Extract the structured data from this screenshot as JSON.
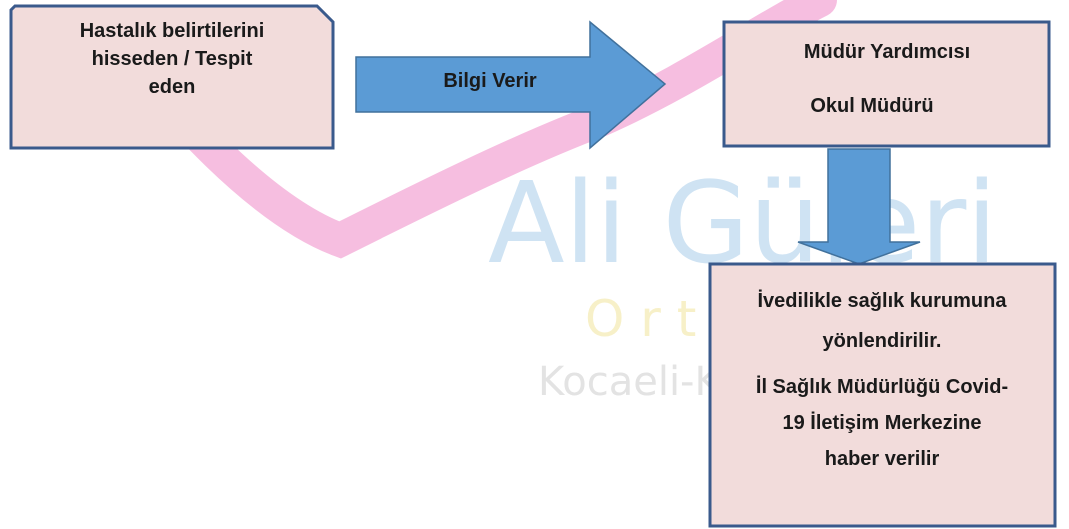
{
  "watermark": {
    "line1": "Ali Güleri",
    "line2": "O r t a",
    "line3": "Kocaeli-K"
  },
  "nodes": {
    "source": {
      "line1": "Hastalık belirtilerini",
      "line2": "hisseden / Tespit",
      "line3": "eden"
    },
    "arrow_label": "Bilgi Verir",
    "authority": {
      "line1": "Müdür Yardımcısı",
      "line2": "Okul Müdürü"
    },
    "action": {
      "line1": "İvedilikle sağlık kurumuna",
      "line2": "yönlendirilir.",
      "line3": "İl Sağlık Müdürlüğü Covid-",
      "line4": "19 İletişim Merkezine",
      "line5": "haber verilir"
    }
  },
  "colors": {
    "box_fill": "#f2dcdb",
    "box_border": "#3a5a8c",
    "arrow_fill": "#5b9bd5",
    "arrow_stroke": "#41719c",
    "wm_pink": "#f3a8d6",
    "wm_blue": "#cfe3f3",
    "wm_yellow": "#f7f0c8",
    "wm_gray": "#e3e3e3"
  }
}
